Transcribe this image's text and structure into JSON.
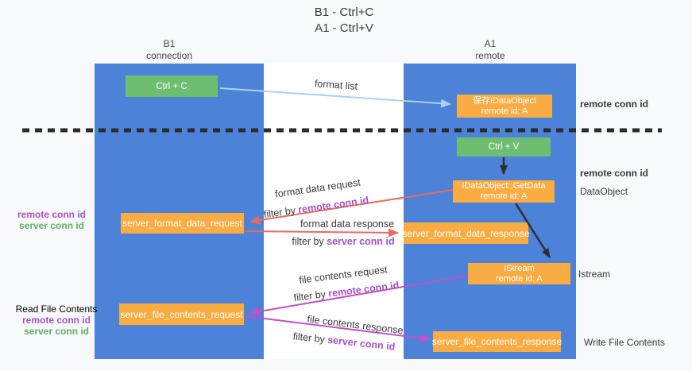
{
  "title": {
    "line1": "B1 - Ctrl+C",
    "line2": "A1 - Ctrl+V"
  },
  "lanes": {
    "left_name": "B1",
    "left_role": "connection",
    "right_name": "A1",
    "right_role": "remote"
  },
  "nodes": {
    "ctrl_c": "Ctrl + C",
    "save_idataobject_line1": "保存IDataObject",
    "save_idataobject_line2": "remote id: A",
    "ctrl_v": "Ctrl + V",
    "getdata_line1": "IDataObject::GetData",
    "getdata_line2": "remote id: A",
    "format_request": "server_format_data_request",
    "format_response": "server_format_data_response",
    "istream_line1": "IStream",
    "istream_line2": "remote id: A",
    "file_request": "server_file_contents_request",
    "file_response": "server_file_contents_response"
  },
  "messages": {
    "format_list": "format list",
    "format_data_request": "format data request",
    "format_data_response": "format data response",
    "file_contents_request": "file contents request",
    "file_contents_response": "file contents response",
    "filter_by": "filter by ",
    "remote_conn_id": "remote conn id",
    "server_conn_id": "server conn id"
  },
  "side_labels": {
    "left_remote_conn_id": "remote conn id",
    "left_server_conn_id": "server conn id",
    "read_file_contents": "Read File Contents",
    "read_remote_conn_id": "remote conn id",
    "read_server_conn_id": "server conn id",
    "right_remote_conn_id_top": "remote conn id",
    "right_remote_conn_id_mid": "remote conn id",
    "dataobject": "DataObject",
    "istream": "Istream",
    "write_file_contents": "Write File Contents"
  },
  "colors": {
    "lane_blue": "#4C82D8",
    "node_orange": "#F9AC42",
    "node_green": "#6EBE72",
    "arrow_light_blue": "#A8D2F0",
    "arrow_red": "#EA6A60",
    "arrow_magenta": "#C44FC6",
    "arrow_black": "#2E2E2E",
    "dashed_line": "#2B2B2B",
    "text_purple": "#A650C8",
    "text_green": "#5FAF63",
    "text_dark": "#3A3A3A",
    "background": "#F8F9FA",
    "gap_white": "#FFFFFF"
  }
}
